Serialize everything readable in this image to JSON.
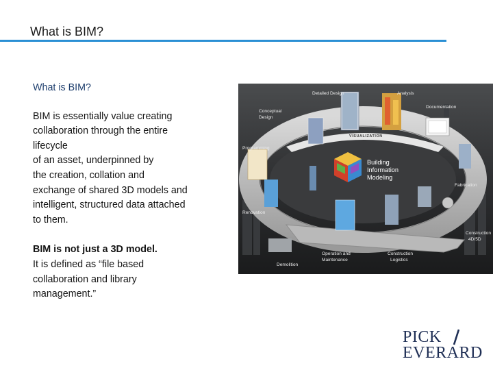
{
  "slide": {
    "title": "What is BIM?"
  },
  "content": {
    "subheading": "What is BIM?",
    "paragraph_lines": [
      "BIM is essentially value creating",
      "collaboration through the entire",
      "lifecycle",
      "of an asset, underpinned by",
      "the creation, collation and",
      "exchange of shared 3D models and",
      "intelligent, structured data attached",
      "to them."
    ],
    "emphasis": "BIM is not just a 3D model.",
    "definition_lines": [
      "It is defined as “file based",
      "collaboration and library",
      "management.”"
    ]
  },
  "diagram": {
    "stages": {
      "detailed_design": "Detailed Design",
      "analysis": "Analysis",
      "conceptual_design_1": "Conceptual",
      "conceptual_design_2": "Design",
      "documentation": "Documentation",
      "programming": "Programming",
      "fabrication": "Fabrication",
      "renovation": "Renovation",
      "construction_1": "Construction",
      "construction_2": "4D/5D",
      "construction_logistics_1": "Construction",
      "construction_logistics_2": "Logistics",
      "operation_1": "Operation and",
      "operation_2": "Maintenance",
      "demolition": "Demolition"
    },
    "visualization_label": "VISUALIZATION",
    "center_lines": [
      "Building",
      "Information",
      "Modeling"
    ]
  },
  "brand": {
    "line1": "PICK",
    "line2": "EVERARD",
    "color": "#1f2f55",
    "accent": "#2a8fd4"
  }
}
